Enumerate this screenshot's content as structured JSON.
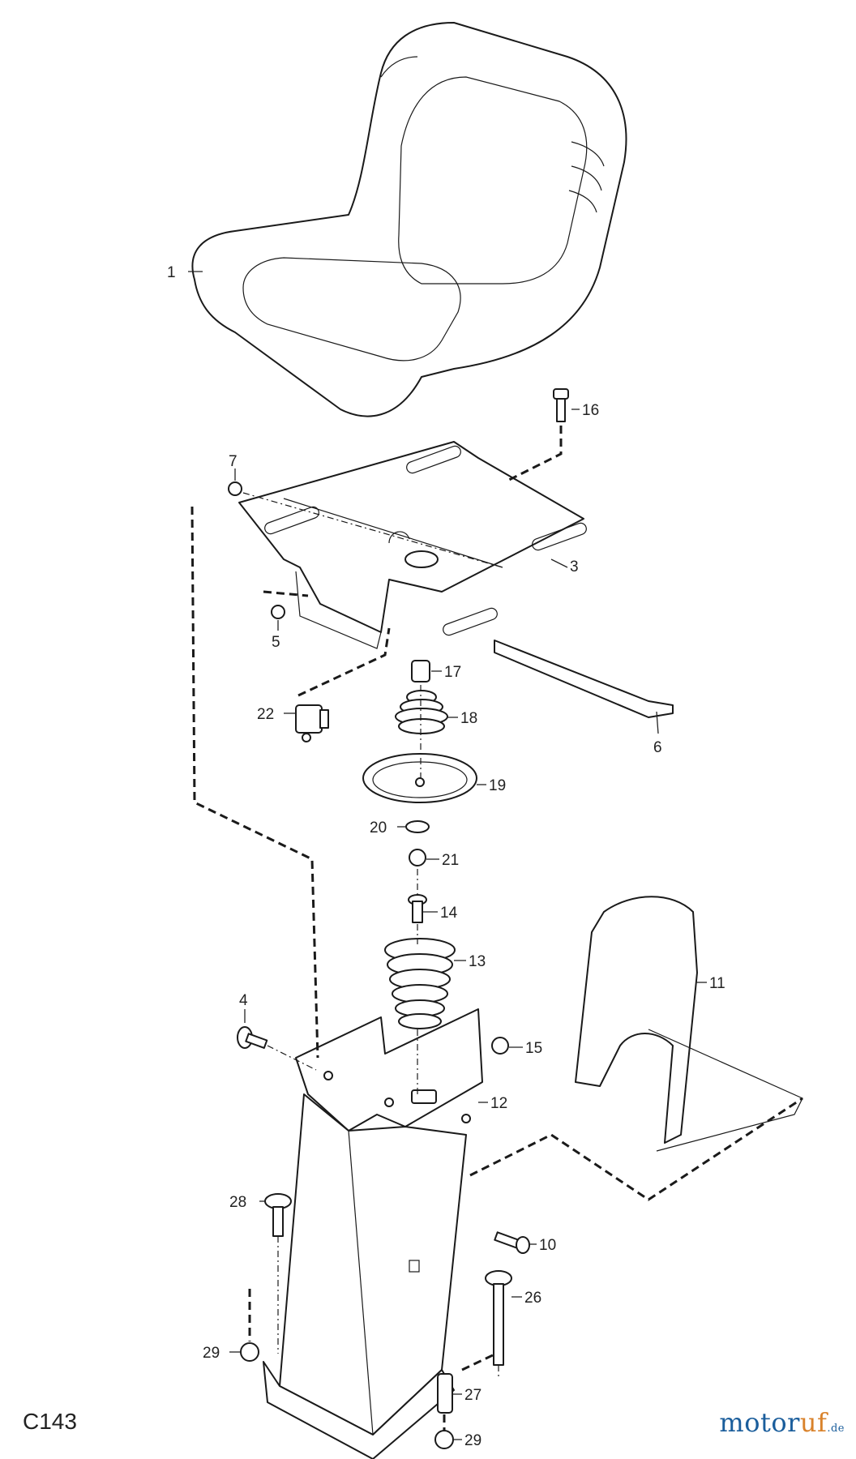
{
  "diagram_code": "C143",
  "logo": {
    "main": "motor",
    "accent": "uf",
    "tld": ".de"
  },
  "colors": {
    "logo_blue": "#1b5e9c",
    "logo_orange": "#d9822b",
    "line": "#1a1a1a"
  },
  "callouts": [
    {
      "id": "p1",
      "label": "1"
    },
    {
      "id": "p16",
      "label": "16"
    },
    {
      "id": "p7",
      "label": "7"
    },
    {
      "id": "p3",
      "label": "3"
    },
    {
      "id": "p5",
      "label": "5"
    },
    {
      "id": "p17",
      "label": "17"
    },
    {
      "id": "p18",
      "label": "18"
    },
    {
      "id": "p22",
      "label": "22"
    },
    {
      "id": "p6",
      "label": "6"
    },
    {
      "id": "p19",
      "label": "19"
    },
    {
      "id": "p20",
      "label": "20"
    },
    {
      "id": "p21",
      "label": "21"
    },
    {
      "id": "p14",
      "label": "14"
    },
    {
      "id": "p13",
      "label": "13"
    },
    {
      "id": "p11",
      "label": "11"
    },
    {
      "id": "p4",
      "label": "4"
    },
    {
      "id": "p15",
      "label": "15"
    },
    {
      "id": "p12",
      "label": "12"
    },
    {
      "id": "p28",
      "label": "28"
    },
    {
      "id": "p10",
      "label": "10"
    },
    {
      "id": "p26",
      "label": "26"
    },
    {
      "id": "p29a",
      "label": "29"
    },
    {
      "id": "p27",
      "label": "27"
    },
    {
      "id": "p29b",
      "label": "29"
    }
  ]
}
